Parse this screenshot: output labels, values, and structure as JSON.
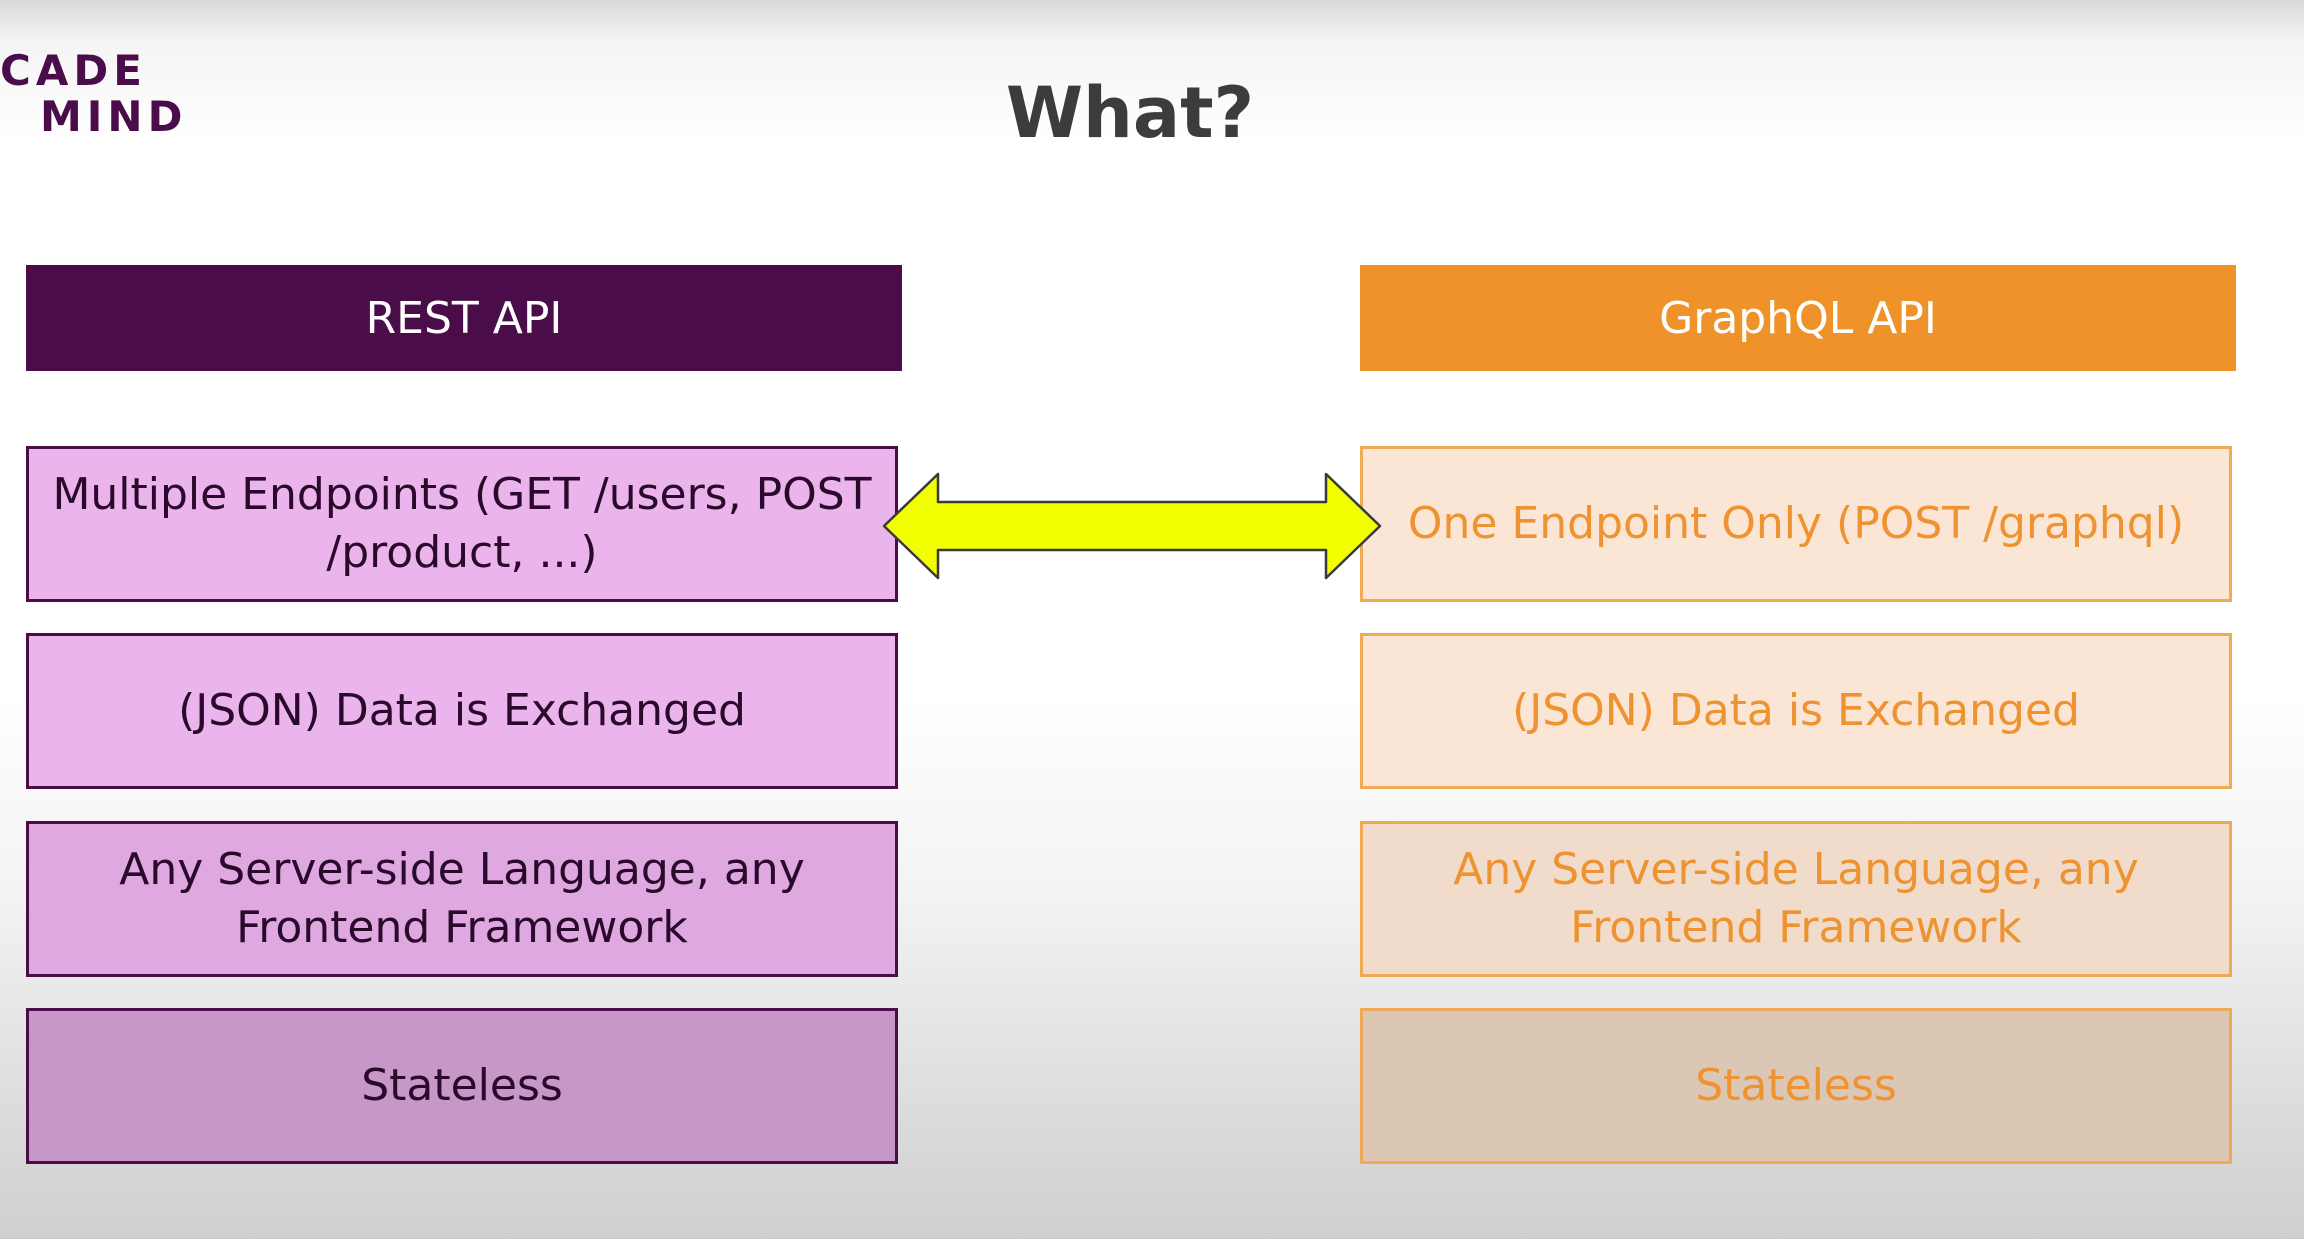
{
  "logo": {
    "line1": "CADE",
    "line2": "MIND"
  },
  "title": "What?",
  "rest": {
    "header": "REST API",
    "items": [
      "Multiple Endpoints (GET /users, POST /product, ...)",
      "(JSON) Data is Exchanged",
      "Any Server-side Language, any Frontend Framework",
      "Stateless"
    ]
  },
  "graphql": {
    "header": "GraphQL API",
    "items": [
      "One Endpoint Only (POST /graphql)",
      "(JSON) Data is Exchanged",
      "Any Server-side Language, any Frontend Framework",
      "Stateless"
    ]
  },
  "colors": {
    "rest_header": "#4a0d4a",
    "graphql_header": "#ef9229",
    "rest_box": "#ebb4ed",
    "graphql_box": "#fbe5d4",
    "arrow": "#f2ff00"
  }
}
